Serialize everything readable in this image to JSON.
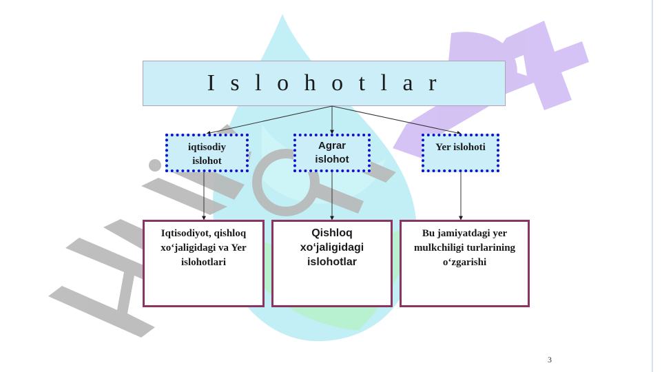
{
  "title": "I s l o h o t l a r",
  "categories": [
    {
      "label": "iqtisodiy islohot"
    },
    {
      "label": "Agrar islohot"
    },
    {
      "label": "Yer islohoti"
    }
  ],
  "details": [
    {
      "text": "Iqtisodiyot, qishloq xo‘jaligidagi va Yer islohotlari"
    },
    {
      "text": "Qishloq xo‘jaligidagi islohotlar"
    },
    {
      "text": "Bu jamiyatdagi yer mulkchiligi turlarining o‘zgarishi"
    }
  ],
  "page_number": "3",
  "colors": {
    "box_fill": "#cbeef9",
    "dotted_border": "#1212c8",
    "detail_border": "#8b3462",
    "watermark_gray": "#b8b8b8",
    "watermark_purple": "#cdb8f2",
    "watermark_teal": "#7fdbe6",
    "watermark_green": "#79e6a6"
  }
}
